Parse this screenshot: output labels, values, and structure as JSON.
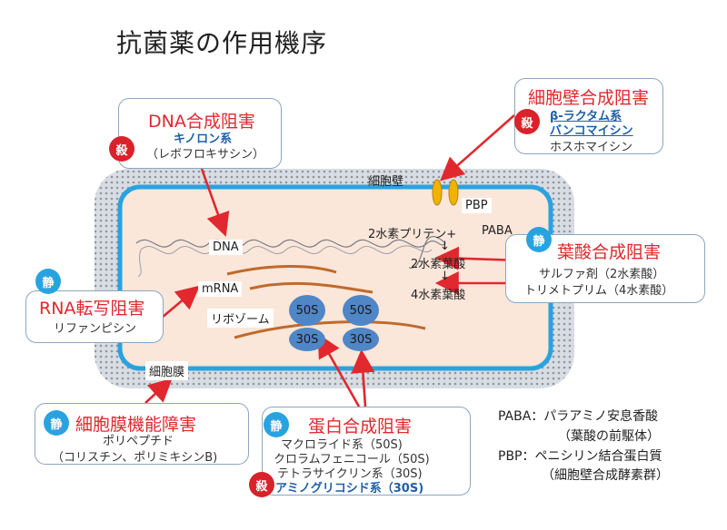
{
  "title": "抗菌薬の作用機序",
  "badges": {
    "kill": "殺",
    "still": "静"
  },
  "dna_box": {
    "heading": "DNA合成阻害",
    "drug": "キノロン系",
    "example": "（レボフロキサシン）"
  },
  "wall_box": {
    "heading": "細胞壁合成阻害",
    "drug1": "β-ラクタム系",
    "drug2": "バンコマイシン",
    "drug3": "ホスホマイシン"
  },
  "folate_box": {
    "heading": "葉酸合成阻害",
    "drug1": "サルファ剤（2水素酸）",
    "drug2": "トリメトプリム（4水素酸）"
  },
  "rna_box": {
    "heading": "RNA転写阻害",
    "drug": "リファンピシン"
  },
  "membrane_box": {
    "heading": "細胞膜機能障害",
    "drug": "ポリペプチド",
    "example": "（コリスチン、ポリミキシンB)"
  },
  "protein_box": {
    "heading": "蛋白合成阻害",
    "drug1": "マクロライド系（50S)",
    "drug2": "クロラムフェニコール（50S)",
    "drug3": "テトラサイクリン系（30S)",
    "drug4": "アミノグリコシド系（30S)"
  },
  "cell": {
    "wall_label": "細胞壁",
    "membrane_label": "細胞膜",
    "pbp_label": "PBP",
    "dna_label": "DNA",
    "mrna_label": "mRNA",
    "ribosome_label": "リボゾーム",
    "ribo_50s": "50S",
    "ribo_30s": "30S",
    "pathway_1": "2水素プリテン+",
    "paba": "PABA",
    "arrow": "↓",
    "pathway_2": "2水素葉酸",
    "pathway_3": "4水素葉酸"
  },
  "legend": {
    "line1": "PABA：パラアミノ安息香酸",
    "line2": "（葉酸の前駆体）",
    "line3": "PBP：ペニシリン結合蛋白質",
    "line4": "（細胞壁合成酵素群）"
  },
  "colors": {
    "red": "#e0282e",
    "cell_fill": "#fbe6da",
    "membrane": "#29a3e0",
    "wall": "#c7cdd6",
    "ribosome": "#4f86c6",
    "strand": "#c06a2a"
  }
}
